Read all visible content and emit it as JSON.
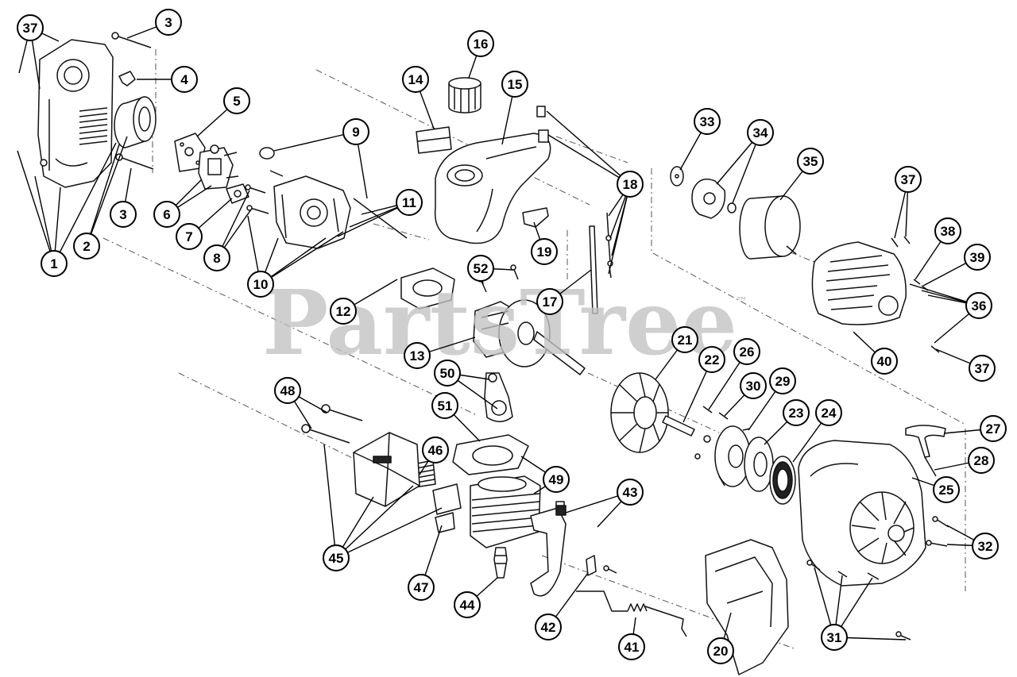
{
  "diagram": {
    "watermark": {
      "text": "PartsTree",
      "trademark": "™"
    },
    "callouts": [
      "37",
      "3",
      "4",
      "5",
      "9",
      "14",
      "16",
      "15",
      "33",
      "34",
      "35",
      "37",
      "38",
      "39",
      "36",
      "37",
      "40",
      "18",
      "11",
      "3",
      "2",
      "1",
      "6",
      "7",
      "8",
      "10",
      "12",
      "19",
      "52",
      "17",
      "13",
      "21",
      "22",
      "26",
      "30",
      "29",
      "23",
      "24",
      "27",
      "28",
      "25",
      "32",
      "31",
      "20",
      "41",
      "42",
      "44",
      "47",
      "45",
      "43",
      "49",
      "46",
      "51",
      "50",
      "48"
    ]
  },
  "colors": {
    "background": "#ffffff",
    "line_art": "#111111",
    "callout_fill": "#ffffff",
    "callout_outline": "#000000",
    "watermark": "#c2c2c2"
  }
}
